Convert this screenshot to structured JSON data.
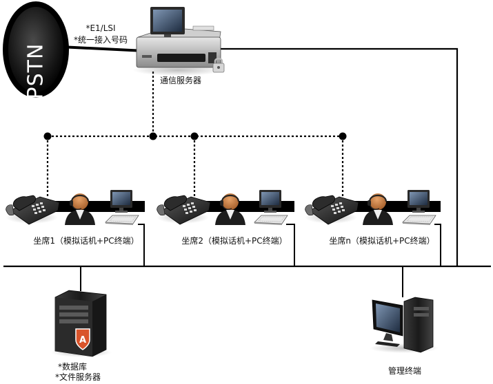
{
  "pstn_label": "PSTN",
  "trunk_labels": [
    "*E1/LSI",
    "*统一接入号码"
  ],
  "server_label": "通信服务器",
  "agents": [
    {
      "label": "坐席1（模拟话机+PC终端）"
    },
    {
      "label": "坐席2（模拟话机+PC终端）"
    },
    {
      "label": "坐席n（模拟话机+PC终端）"
    }
  ],
  "db_labels": [
    "*数据库",
    "*文件服务器"
  ],
  "mgmt_label": "管理终端",
  "icons": {
    "pstn": "pstn-cloud-icon",
    "server": "communication-server-icon",
    "lock": "padlock-icon",
    "phone": "telephone-icon",
    "agent": "headset-operator-icon",
    "monitor": "pc-monitor-icon",
    "keyboard": "keyboard-icon",
    "db": "database-server-icon",
    "terminal": "management-terminal-icon"
  },
  "colors": {
    "line": "#000000",
    "dark": "#1a1a1a",
    "db_accent": "#d9542b"
  }
}
